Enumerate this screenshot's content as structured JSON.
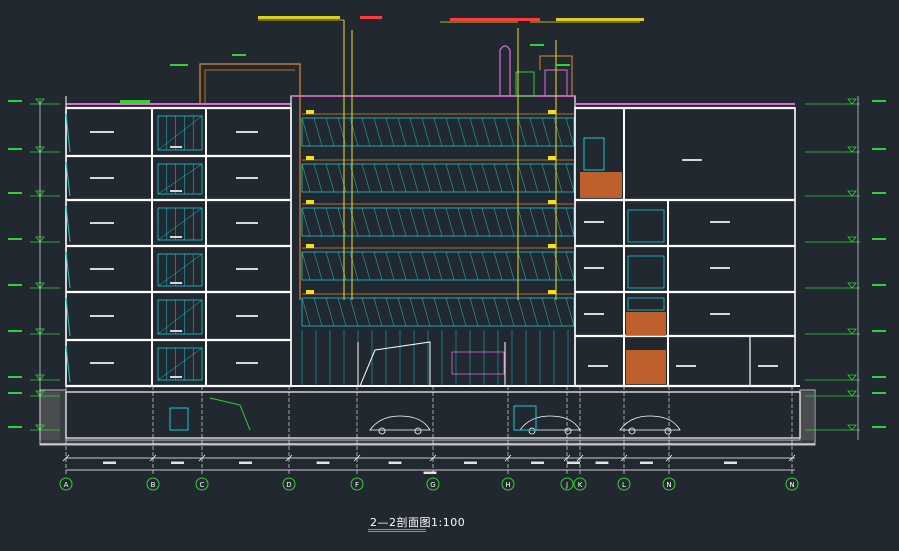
{
  "drawing": {
    "title": "2—2剖面图1:100",
    "grid_axes": [
      "A",
      "B",
      "C",
      "D",
      "F",
      "G",
      "H",
      "J",
      "K",
      "L",
      "N",
      "N"
    ],
    "colors": {
      "background": "#212830",
      "structure": "#ffffff",
      "glass": "#18c9d6",
      "annotation": "#2fd52f",
      "roof": "#e06bd8",
      "pipe": "#f0e020",
      "duct": "#e08a28",
      "callout": "#ff3b3b",
      "stair": "#d86a2a",
      "ground_hatch": "#9a9a9a",
      "axis_circle": "#2fd52f"
    }
  }
}
